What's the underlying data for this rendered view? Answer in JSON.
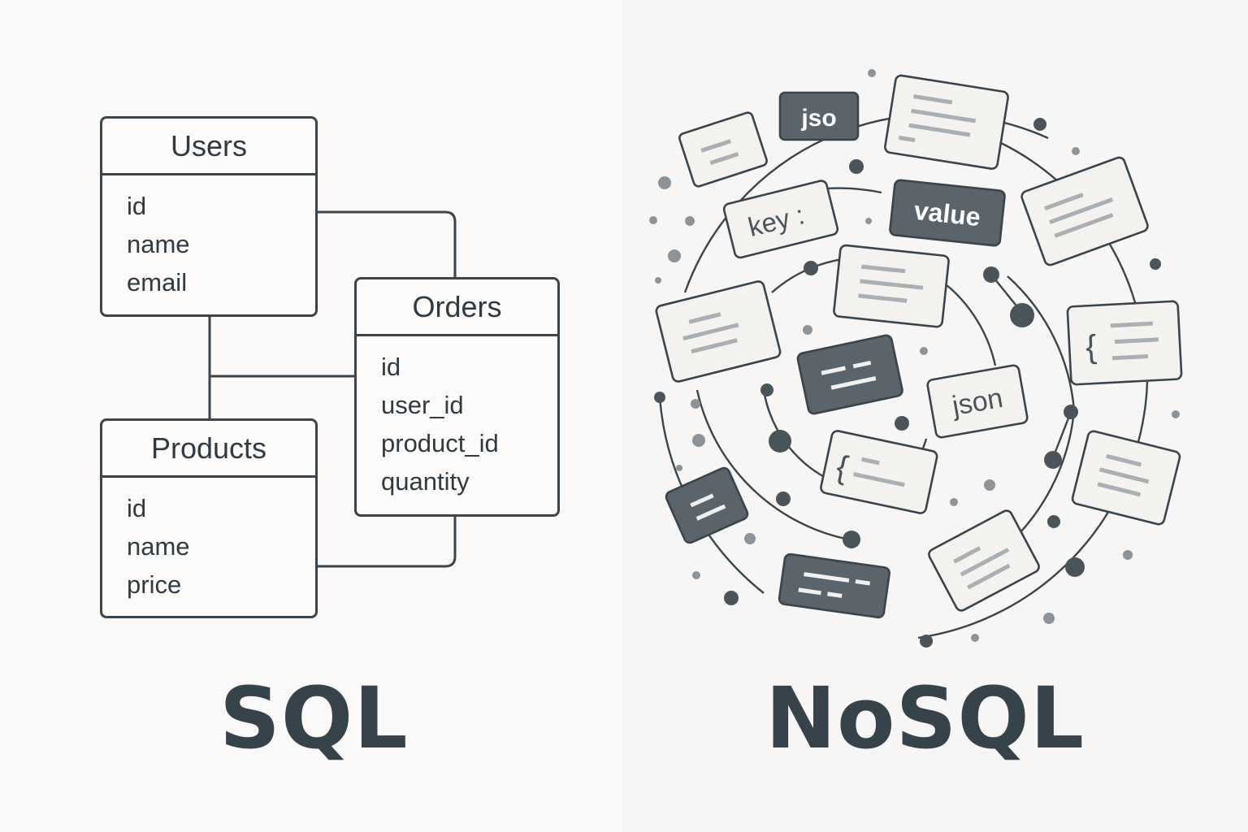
{
  "sql": {
    "title": "SQL",
    "tables": [
      {
        "name": "Users",
        "fields": [
          "id",
          "name",
          "email"
        ]
      },
      {
        "name": "Orders",
        "fields": [
          "id",
          "user_id",
          "product_id",
          "quantity"
        ]
      },
      {
        "name": "Products",
        "fields": [
          "id",
          "name",
          "price"
        ]
      }
    ]
  },
  "nosql": {
    "title": "NoSQL",
    "labels": {
      "jso": "jso",
      "key": "key :",
      "value": "value",
      "json": "json",
      "brace": "{"
    }
  },
  "colors": {
    "ink": "#39444c",
    "dark_card": "#5b646b",
    "light_card": "#f3f2ef",
    "line_gray": "#a9afb3"
  }
}
